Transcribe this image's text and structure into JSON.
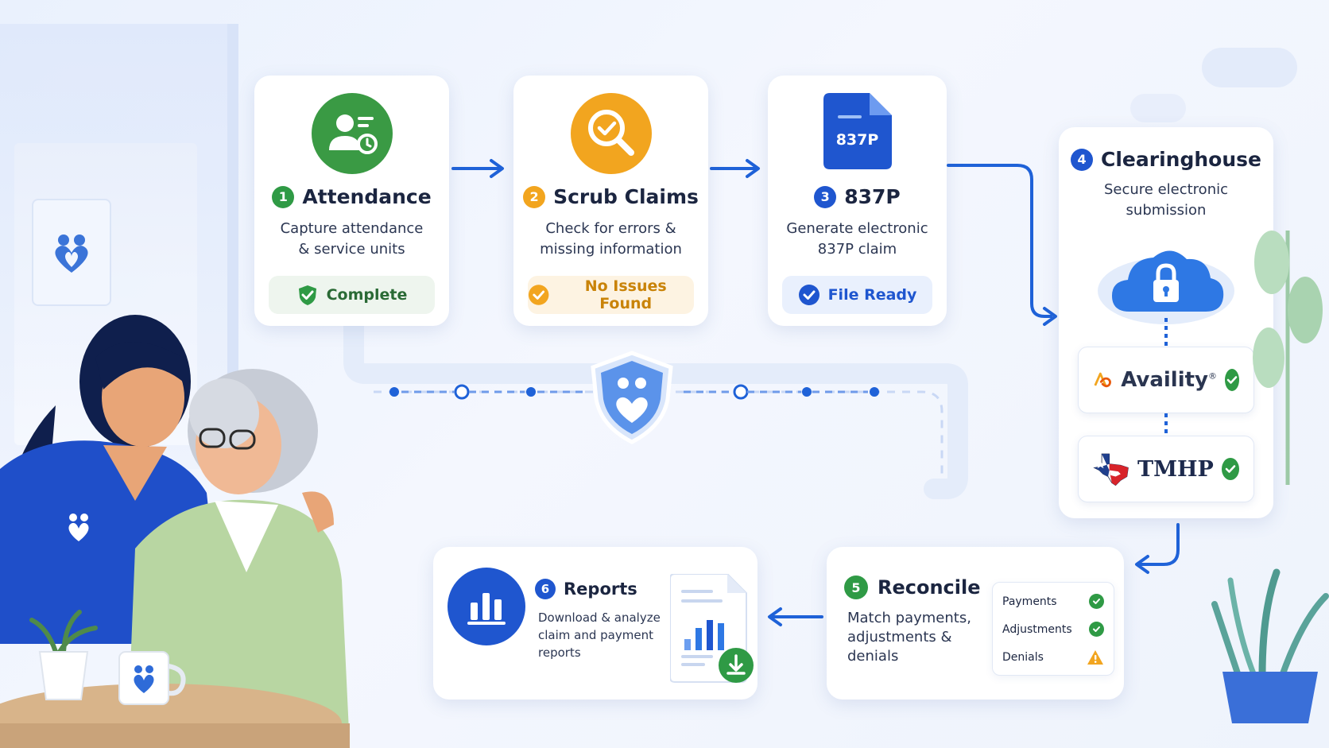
{
  "steps": [
    {
      "num": "1",
      "title": "Attendance",
      "desc_l1": "Capture attendance",
      "desc_l2": "& service units",
      "status": "Complete",
      "color": "#2f9a45",
      "icon": "attendance-user-clock-icon"
    },
    {
      "num": "2",
      "title": "Scrub Claims",
      "desc_l1": "Check for errors &",
      "desc_l2": "missing information",
      "status": "No Issues Found",
      "color": "#f2a51f",
      "icon": "magnifier-check-icon"
    },
    {
      "num": "3",
      "title": "837P",
      "desc_l1": "Generate electronic",
      "desc_l2": "837P claim",
      "status": "File Ready",
      "color": "#1f56cf",
      "icon": "document-837p-icon",
      "doc_label": "837P"
    }
  ],
  "clearinghouse": {
    "num": "4",
    "title": "Clearinghouse",
    "desc_l1": "Secure electronic",
    "desc_l2": "submission",
    "icon": "cloud-lock-icon",
    "partners": [
      {
        "name": "Availity",
        "mark": "®",
        "logo": "availity-logo-icon"
      },
      {
        "name": "TMHP",
        "logo": "texas-map-flag-icon"
      }
    ]
  },
  "reconcile": {
    "num": "5",
    "title": "Reconcile",
    "desc_l1": "Match payments,",
    "desc_l2": "adjustments &",
    "desc_l3": "denials",
    "rows": [
      {
        "label": "Payments",
        "state": "ok"
      },
      {
        "label": "Adjustments",
        "state": "ok"
      },
      {
        "label": "Denials",
        "state": "warning"
      }
    ]
  },
  "reports": {
    "num": "6",
    "title": "Reports",
    "desc_l1": "Download & analyze",
    "desc_l2": "claim and payment",
    "desc_l3": "reports",
    "icon": "bar-chart-icon"
  },
  "colors": {
    "green": "#2f9a45",
    "orange": "#f2a51f",
    "blue": "#1f56cf",
    "warning": "#f2a51f"
  }
}
